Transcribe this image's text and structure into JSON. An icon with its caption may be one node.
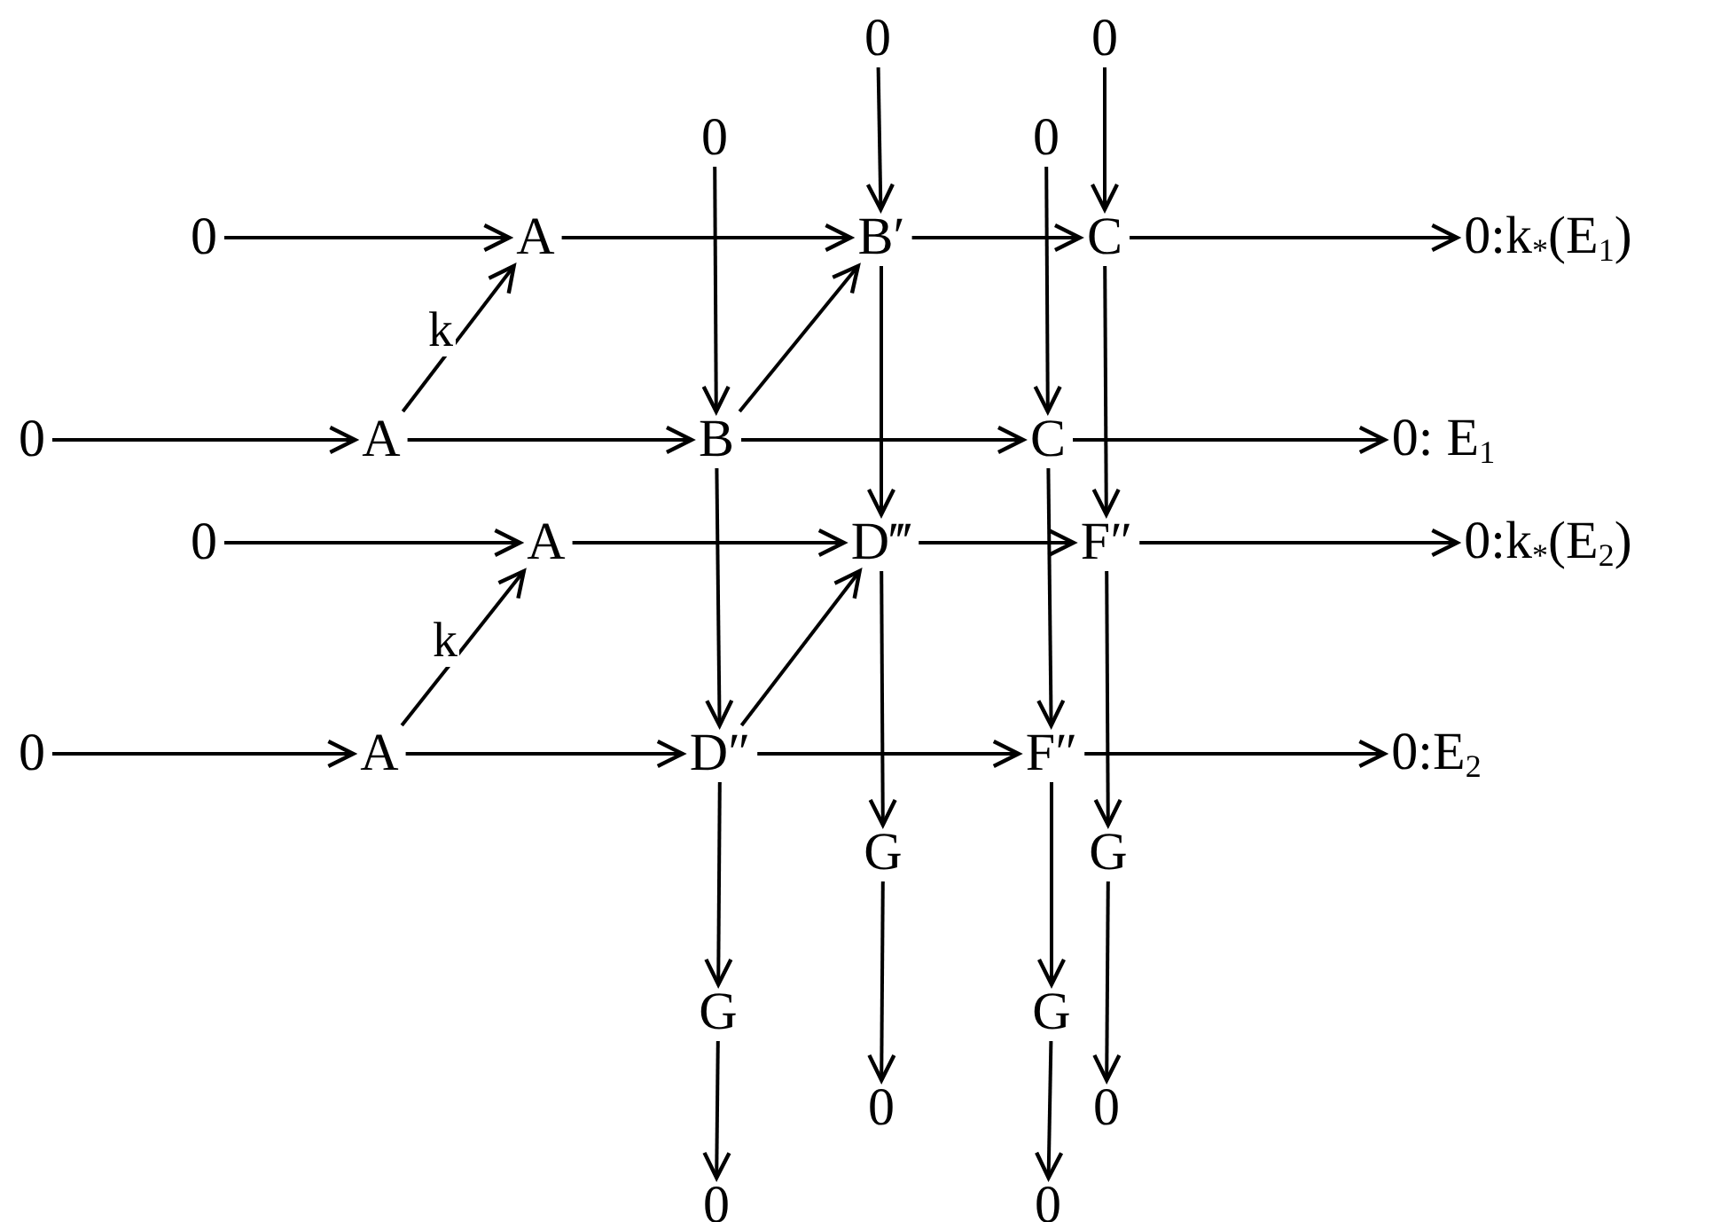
{
  "diagram": {
    "nodes": [
      {
        "text": [
          "0"
        ]
      },
      {
        "text": [
          "0"
        ]
      },
      {
        "text": [
          "0"
        ]
      },
      {
        "text": [
          "0"
        ]
      },
      {
        "text": [
          "0"
        ]
      },
      {
        "text": [
          "A"
        ]
      },
      {
        "text": [
          "B′"
        ]
      },
      {
        "text": [
          "C"
        ]
      },
      {
        "text": [
          "0:k$_{*}$(E$_{1}$)"
        ]
      },
      {
        "text": [
          "0"
        ]
      },
      {
        "text": [
          "A"
        ]
      },
      {
        "text": [
          "B"
        ]
      },
      {
        "text": [
          "C"
        ]
      },
      {
        "text": [
          "0: E$_{1}$"
        ]
      },
      {
        "text": [
          "0"
        ]
      },
      {
        "text": [
          "A"
        ]
      },
      {
        "text": [
          "D‴"
        ]
      },
      {
        "text": [
          "F″"
        ]
      },
      {
        "text": [
          "0:k$_{*}$(E$_{2}$)"
        ]
      },
      {
        "text": [
          "0"
        ]
      },
      {
        "text": [
          "A"
        ]
      },
      {
        "text": [
          "D″"
        ]
      },
      {
        "text": [
          "F″"
        ]
      },
      {
        "text": [
          "0:E$_{2}$"
        ]
      },
      {
        "text": [
          "G"
        ]
      },
      {
        "text": [
          "G"
        ]
      },
      {
        "text": [
          "G"
        ]
      },
      {
        "text": [
          "G"
        ]
      },
      {
        "text": [
          "0"
        ]
      },
      {
        "text": [
          "0"
        ]
      },
      {
        "text": [
          "0"
        ]
      },
      {
        "text": [
          "0"
        ]
      }
    ],
    "edges": [
      {
        "from": 4,
        "to": 5,
        "arrow": "to"
      },
      {
        "from": 5,
        "to": 6,
        "arrow": "to"
      },
      {
        "from": 6,
        "to": 7,
        "arrow": "to"
      },
      {
        "from": 7,
        "to": 8,
        "arrow": "to"
      },
      {
        "from": 9,
        "to": 10,
        "arrow": "to"
      },
      {
        "from": 10,
        "to": 11,
        "arrow": "to"
      },
      {
        "from": 11,
        "to": 12,
        "arrow": "to"
      },
      {
        "from": 12,
        "to": 13,
        "arrow": "to"
      },
      {
        "from": 14,
        "to": 15,
        "arrow": "to"
      },
      {
        "from": 15,
        "to": 16,
        "arrow": "to"
      },
      {
        "from": 16,
        "to": 17,
        "arrow": "to"
      },
      {
        "from": 17,
        "to": 18,
        "arrow": "to"
      },
      {
        "from": 19,
        "to": 20,
        "arrow": "to"
      },
      {
        "from": 20,
        "to": 21,
        "arrow": "to"
      },
      {
        "from": 21,
        "to": 22,
        "arrow": "to"
      },
      {
        "from": 22,
        "to": 23,
        "arrow": "to"
      },
      {
        "from": 10,
        "to": 5,
        "arrow": "to",
        "label": "k"
      },
      {
        "from": 11,
        "to": 6,
        "arrow": "to"
      },
      {
        "from": 20,
        "to": 15,
        "arrow": "to",
        "label": "k"
      },
      {
        "from": 21,
        "to": 16,
        "arrow": "to"
      },
      {
        "from": 0,
        "to": 6,
        "arrow": "to"
      },
      {
        "from": 6,
        "to": 16,
        "arrow": "to"
      },
      {
        "from": 16,
        "to": 24,
        "arrow": "to"
      },
      {
        "from": 24,
        "to": 28,
        "arrow": "to"
      },
      {
        "from": 1,
        "to": 7,
        "arrow": "to"
      },
      {
        "from": 7,
        "to": 17,
        "arrow": "to"
      },
      {
        "from": 17,
        "to": 25,
        "arrow": "to"
      },
      {
        "from": 25,
        "to": 29,
        "arrow": "to"
      },
      {
        "from": 2,
        "to": 11,
        "arrow": "to"
      },
      {
        "from": 11,
        "to": 21,
        "arrow": "to"
      },
      {
        "from": 21,
        "to": 26,
        "arrow": "to"
      },
      {
        "from": 26,
        "to": 30,
        "arrow": "to"
      },
      {
        "from": 3,
        "to": 12,
        "arrow": "to"
      },
      {
        "from": 12,
        "to": 22,
        "arrow": "to"
      },
      {
        "from": 22,
        "to": 27,
        "arrow": "to"
      },
      {
        "from": 27,
        "to": 31,
        "arrow": "to"
      }
    ]
  }
}
